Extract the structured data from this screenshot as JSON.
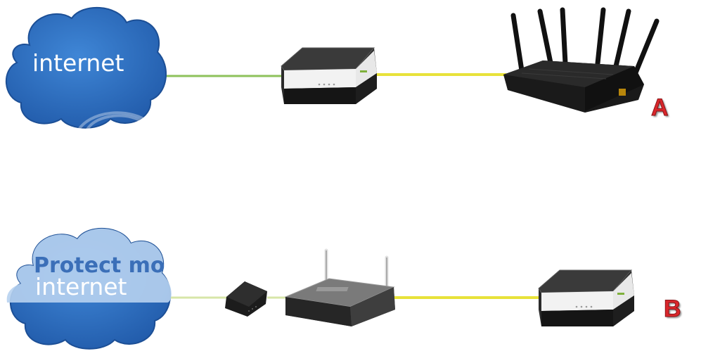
{
  "diagram_a": {
    "cloud_label": "internet",
    "label": "A",
    "colors": {
      "cloud": "#2c6bc0",
      "line_green": "#8ec25b",
      "line_yellow": "#e8e23a",
      "label": "#d9262b"
    }
  },
  "diagram_b": {
    "cloud_overlay_text": "Protect mo",
    "cloud_label": "internet",
    "label": "B",
    "colors": {
      "cloud": "#2c6bc0",
      "cloud_overlay": "#9fc2ea",
      "line_yellow": "#e8e23a",
      "label": "#d9262b"
    }
  }
}
